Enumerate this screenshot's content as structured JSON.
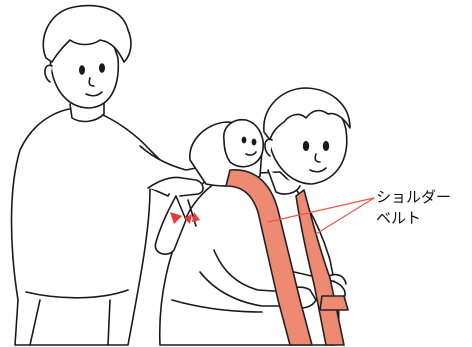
{
  "callout": {
    "line1": "ショルダー",
    "line2": "ベルト"
  },
  "colors": {
    "belt": "#ef8a72",
    "belt_stroke": "#222222",
    "callout_line": "#e8574a",
    "arrow": "#e63a3a",
    "outline": "#1a1a1a",
    "fill": "#ffffff"
  },
  "icons": [
    "helper-person-illustration",
    "wearer-person-illustration",
    "baby-illustration",
    "shoulder-belt-illustration",
    "adjust-arrow-icon"
  ]
}
